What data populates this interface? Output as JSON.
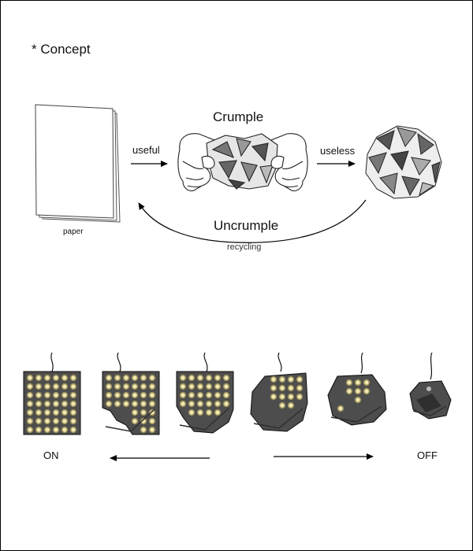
{
  "title": "* Concept",
  "cycle": {
    "paper_label": "paper",
    "useful_label": "useful",
    "crumple_label": "Crumple",
    "useless_label": "useless",
    "uncrumple_label": "Uncrumple",
    "recycling_label": "recycling"
  },
  "light_sequence": {
    "on_label": "ON",
    "off_label": "OFF"
  },
  "colors": {
    "panel": "#4d4d4d",
    "panel_dark": "#2f2f2f",
    "led": "#f2e9b2",
    "led_glow": "#d9c46a",
    "outline": "#000000"
  }
}
